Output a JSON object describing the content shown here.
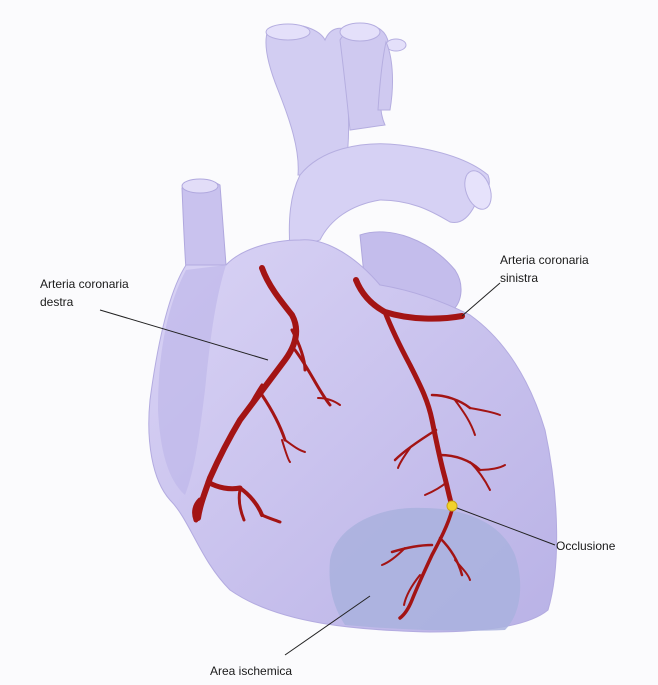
{
  "labels": {
    "right_coronary_line1": "Arteria coronaria",
    "right_coronary_line2": "destra",
    "left_coronary_line1": "Arteria coronaria",
    "left_coronary_line2": "sinistra",
    "occlusion": "Occlusione",
    "ischemic_area": "Area ischemica"
  },
  "colors": {
    "heart": "#c9c3ee",
    "heart_shadow": "#b8b0e4",
    "ischemic": "#a9b1de",
    "artery": "#a31414",
    "occlusion": "#f2d22c",
    "leader": "#222222"
  }
}
